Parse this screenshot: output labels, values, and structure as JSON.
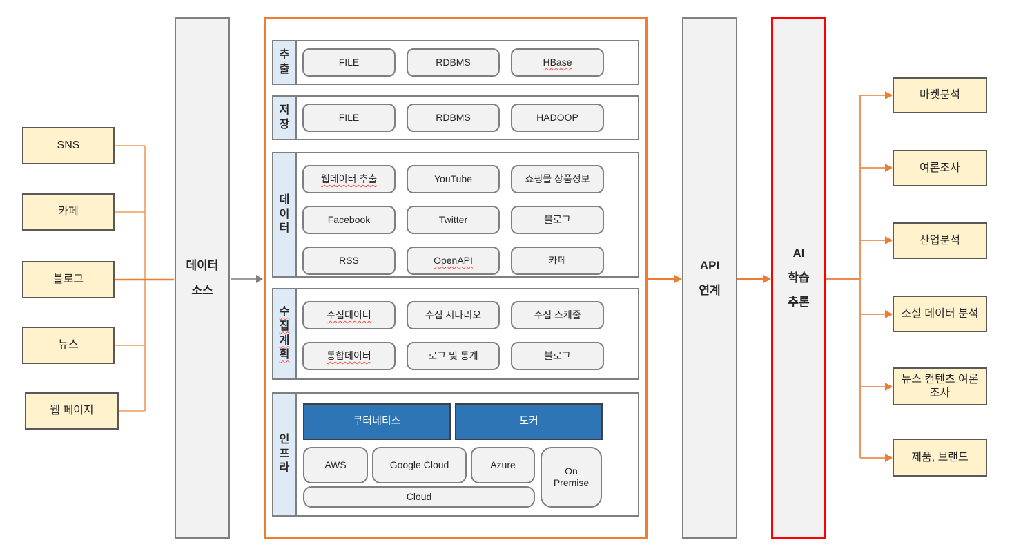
{
  "sources": [
    "SNS",
    "카페",
    "블로그",
    "뉴스",
    "웹 페이지"
  ],
  "pillars": {
    "data_source": "데이터\n소스",
    "api": "API\n연계",
    "ai": "AI\n학습\n추론"
  },
  "platform": {
    "sections": [
      {
        "label": "추출",
        "items": [
          "FILE",
          "RDBMS",
          "HBase"
        ]
      },
      {
        "label": "저장",
        "items": [
          "FILE",
          "RDBMS",
          "HADOOP"
        ]
      },
      {
        "label": "데이터",
        "items": [
          "웹데이터 추출",
          "YouTube",
          "쇼핑몰 상품정보",
          "Facebook",
          "Twitter",
          "블로그",
          "RSS",
          "OpenAPI",
          "카페"
        ]
      },
      {
        "label": "수집계획",
        "items": [
          "수집데이터",
          "수집 시나리오",
          "수집 스케줄",
          "통합데이터",
          "로그 및 통계",
          "블로그"
        ]
      },
      {
        "label": "인프라",
        "containers": [
          "쿠터네티스",
          "도커"
        ],
        "clouds": [
          "AWS",
          "Google Cloud",
          "Azure",
          "On Premise",
          "Cloud"
        ]
      }
    ]
  },
  "outputs": [
    "마켓분석",
    "여론조사",
    "산업분석",
    "소셜 데이터 분석",
    "뉴스 컨텐츠 여론조사",
    "제품, 브랜드"
  ],
  "colors": {
    "accent_orange": "#ED7D31",
    "line_orange": "#EE9B5B",
    "alert_red": "#FF0000",
    "box_yellow": "#FFF2CC",
    "box_gray": "#F2F2F2",
    "label_blue": "#DEEBF7",
    "container_blue": "#2E75B6",
    "border_gray": "#7F7F7F"
  }
}
